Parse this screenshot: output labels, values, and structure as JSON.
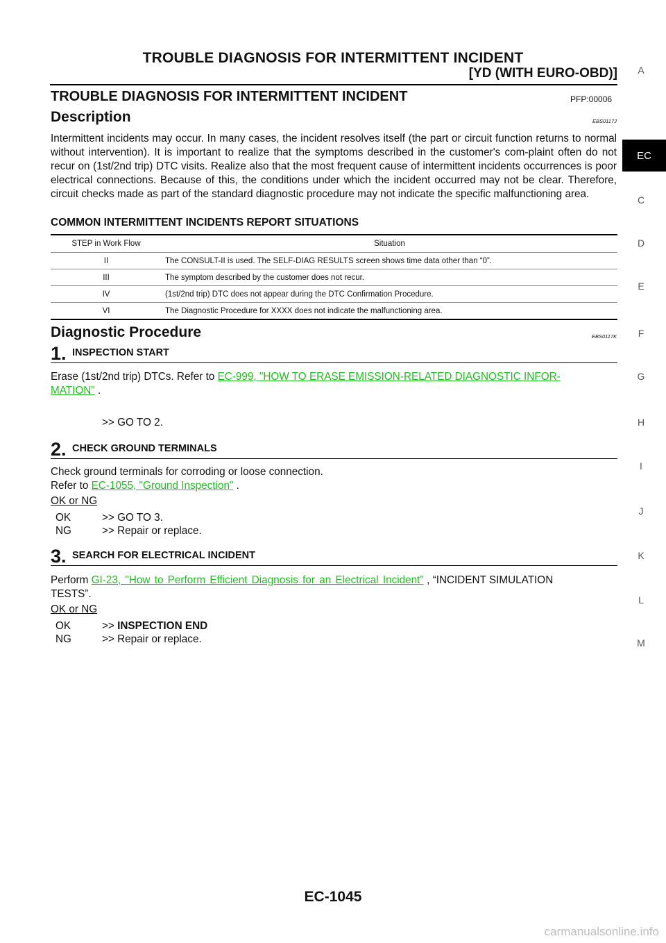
{
  "header": {
    "title": "TROUBLE DIAGNOSIS FOR INTERMITTENT INCIDENT",
    "subtitle": "[YD (WITH EURO-OBD)]"
  },
  "section": {
    "title": "TROUBLE DIAGNOSIS FOR INTERMITTENT INCIDENT",
    "pfp": "PFP:00006"
  },
  "description": {
    "heading": "Description",
    "code": "EBS0117J",
    "text": "Intermittent incidents may occur. In many cases, the incident resolves itself (the part or circuit function returns to normal without intervention). It is important to realize that the symptoms described in the customer's com-plaint often do not recur on (1st/2nd trip) DTC visits. Realize also that the most frequent cause of intermittent incidents occurrences is poor electrical connections. Because of this, the conditions under which the incident occurred may not be clear. Therefore, circuit checks made as part of the standard diagnostic procedure may not indicate the specific malfunctioning area."
  },
  "common_table": {
    "heading": "COMMON INTERMITTENT INCIDENTS REPORT SITUATIONS",
    "col1": "STEP in Work Flow",
    "col2": "Situation",
    "rows": [
      {
        "step": "II",
        "situation": "The CONSULT-II is used. The SELF-DIAG RESULTS screen shows time data other than “0”."
      },
      {
        "step": "III",
        "situation": "The symptom described by the customer does not recur."
      },
      {
        "step": "IV",
        "situation": "(1st/2nd trip) DTC does not appear during the DTC Confirmation Procedure."
      },
      {
        "step": "VI",
        "situation": "The Diagnostic Procedure for XXXX does not indicate the malfunctioning area."
      }
    ]
  },
  "procedure": {
    "heading": "Diagnostic Procedure",
    "code": "EBS0117K",
    "step1": {
      "num": "1",
      "label": "INSPECTION START",
      "text_before": "Erase (1st/2nd trip) DTCs. Refer to ",
      "link_line1": "EC-999, \"HOW TO ERASE EMISSION-RELATED DIAGNOSTIC INFOR-",
      "link_line2": "MATION\"",
      "text_after": " .",
      "goto": ">> GO TO 2."
    },
    "step2": {
      "num": "2",
      "label": "CHECK GROUND TERMINALS",
      "line1": "Check ground terminals for corroding or loose connection.",
      "refer": "Refer to ",
      "link": "EC-1055, \"Ground Inspection\"",
      "after": " .",
      "okng": "OK or NG",
      "ok_label": "OK",
      "ok_text": ">> GO TO 3.",
      "ng_label": "NG",
      "ng_text": ">> Repair or replace."
    },
    "step3": {
      "num": "3",
      "label": "SEARCH FOR ELECTRICAL INCIDENT",
      "perform": "Perform ",
      "link": "GI-23, \"How to Perform Efficient Diagnosis for an Electrical Incident\"",
      "after1": " , “INCIDENT SIMULATION",
      "after2": "TESTS”.",
      "okng": "OK or NG",
      "ok_label": "OK",
      "ok_prefix": ">> ",
      "ok_text": "INSPECTION END",
      "ng_label": "NG",
      "ng_text": ">> Repair or replace."
    }
  },
  "side_index": [
    "A",
    "EC",
    "C",
    "D",
    "E",
    "F",
    "G",
    "H",
    "I",
    "J",
    "K",
    "L",
    "M"
  ],
  "footer": "EC-1045",
  "watermark": "carmanualsonline.info"
}
